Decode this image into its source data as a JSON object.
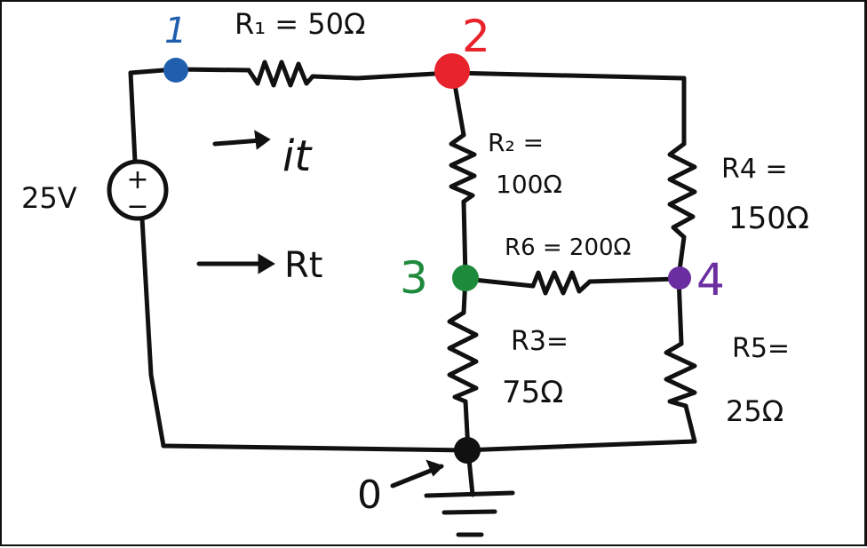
{
  "nodes": {
    "n1": {
      "label": "1",
      "color": "#1f5fae"
    },
    "n2": {
      "label": "2",
      "color": "#e8232b"
    },
    "n3": {
      "label": "3",
      "color": "#1e8a3c"
    },
    "n4": {
      "label": "4",
      "color": "#6a2ea0"
    },
    "n0": {
      "label": "0",
      "color": "#111111"
    }
  },
  "source": {
    "voltage": "25V",
    "plus": "+",
    "minus": "−"
  },
  "resistors": {
    "r1": "R₁ = 50Ω",
    "r2_name": "R₂ =",
    "r2_value": "100Ω",
    "r3_name": "R3=",
    "r3_value": "75Ω",
    "r4_name": "R4 =",
    "r4_value": "150Ω",
    "r5_name": "R5=",
    "r5_value": "25Ω",
    "r6": "R6 = 200Ω"
  },
  "annotations": {
    "current": "it",
    "current_sub": "",
    "resistance": "Rt"
  }
}
